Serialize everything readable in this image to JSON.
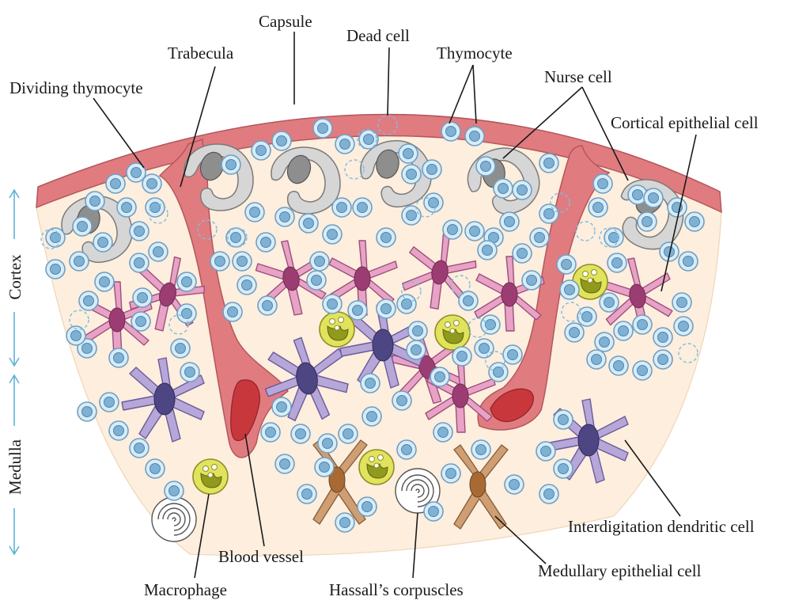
{
  "labels": {
    "capsule": "Capsule",
    "dead_cell": "Dead cell",
    "trabecula": "Trabecula",
    "thymocyte": "Thymocyte",
    "nurse_cell": "Nurse cell",
    "dividing_thymocyte": "Dividing thymocyte",
    "cortical_epithelial_cell": "Cortical epithelial cell",
    "interdigitation_dendritic_cell": "Interdigitation dendritic cell",
    "blood_vessel": "Blood vessel",
    "medullary_epithelial_cell": "Medullary epithelial cell",
    "macrophage": "Macrophage",
    "hassalls_corpuscles": "Hassall’s corpuscles"
  },
  "regions": {
    "cortex": "Cortex",
    "medulla": "Medulla"
  },
  "colors": {
    "capsule": "#e07c80",
    "tissue": "#fdeedd",
    "thymocyte_fill": "#d8ecf7",
    "thymocyte_nucleus": "#6f9fc4",
    "cortical_epithelial": "#e8a2c6",
    "dendritic": "#b6a7d8",
    "medullary_epithelial": "#cf9e72",
    "macrophage": "#e2e35c",
    "nurse_cell": "#d6d6d6",
    "blood": "#c8373c"
  }
}
